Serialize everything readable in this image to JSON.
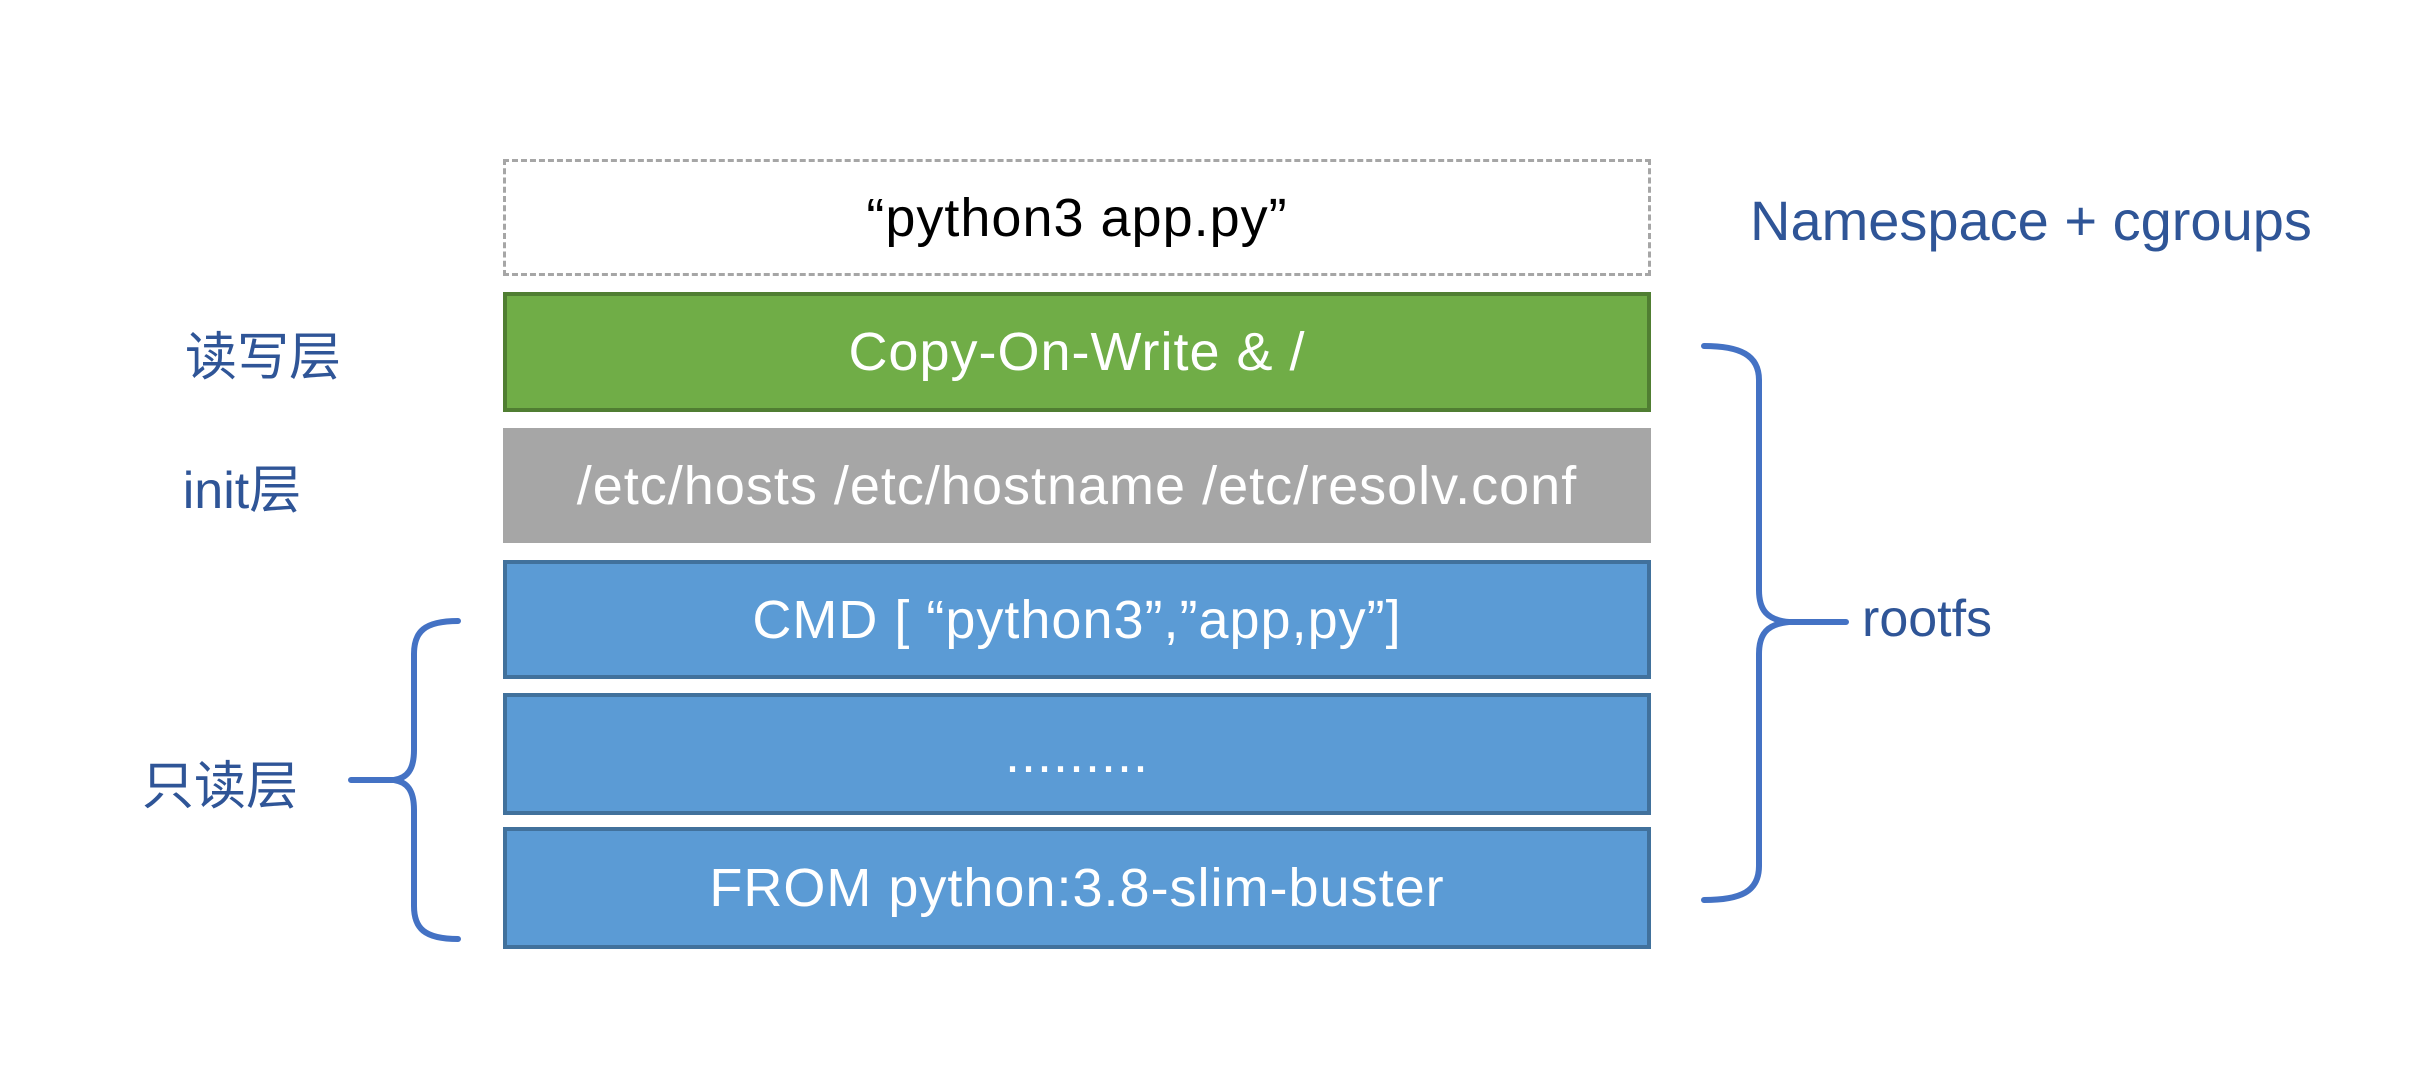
{
  "colors": {
    "background": "#FFFFFF",
    "green_fill": "#70AD47",
    "green_border": "#507E32",
    "gray_fill": "#A6A6A6",
    "blue_fill": "#5B9BD5",
    "blue_border": "#41719C",
    "dashed_border": "#A6A6A6",
    "brace": "#4472C4",
    "side_label_text": "#2F5597",
    "box_text": "#FFFFFF",
    "container_text": "#000000"
  },
  "stack": {
    "container_command": {
      "label": "“python3 app.py”"
    },
    "layers": [
      {
        "id": "copy-on-write",
        "label": "Copy-On-Write & /"
      },
      {
        "id": "init-files",
        "label": "/etc/hosts /etc/hostname /etc/resolv.conf"
      },
      {
        "id": "cmd",
        "label": "CMD [ “python3”,”app,py”]"
      },
      {
        "id": "ellipsis",
        "label": "........."
      },
      {
        "id": "from",
        "label": "FROM python:3.8-slim-buster"
      }
    ]
  },
  "annotations": {
    "read_write_layer": "读写层",
    "init_layer": "init层",
    "read_only_layer": "只读层",
    "namespace_cgroups": "Namespace + cgroups",
    "rootfs": "rootfs"
  }
}
